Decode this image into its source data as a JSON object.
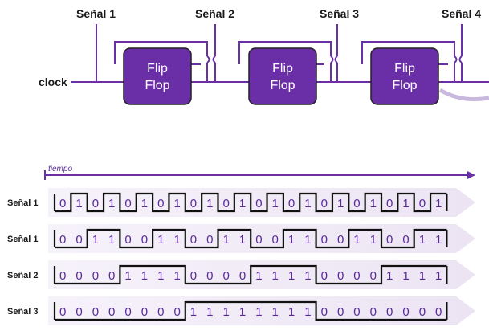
{
  "circuit": {
    "clock_label": "clock",
    "signals": [
      "Señal 1",
      "Señal 2",
      "Señal 3",
      "Señal 4"
    ],
    "flipflops": [
      {
        "line1": "Flip",
        "line2": "Flop"
      },
      {
        "line1": "Flip",
        "line2": "Flop"
      },
      {
        "line1": "Flip",
        "line2": "Flop"
      }
    ]
  },
  "timing": {
    "time_label": "tiempo",
    "rows": [
      {
        "label": "Señal 1",
        "bits": [
          "0",
          "1",
          "0",
          "1",
          "0",
          "1",
          "0",
          "1",
          "0",
          "1",
          "0",
          "1",
          "0",
          "1",
          "0",
          "1",
          "0",
          "1",
          "0",
          "1",
          "0",
          "1",
          "0",
          "1"
        ]
      },
      {
        "label": "Señal 1",
        "bits": [
          "0",
          "0",
          "1",
          "1",
          "0",
          "0",
          "1",
          "1",
          "0",
          "0",
          "1",
          "1",
          "0",
          "0",
          "1",
          "1",
          "0",
          "0",
          "1",
          "1",
          "0",
          "0",
          "1",
          "1"
        ]
      },
      {
        "label": "Señal 2",
        "bits": [
          "0",
          "0",
          "0",
          "0",
          "1",
          "1",
          "1",
          "1",
          "0",
          "0",
          "0",
          "0",
          "1",
          "1",
          "1",
          "1",
          "0",
          "0",
          "0",
          "0",
          "1",
          "1",
          "1",
          "1"
        ]
      },
      {
        "label": "Señal 3",
        "bits": [
          "0",
          "0",
          "0",
          "0",
          "0",
          "0",
          "0",
          "0",
          "1",
          "1",
          "1",
          "1",
          "1",
          "1",
          "1",
          "1",
          "0",
          "0",
          "0",
          "0",
          "0",
          "0",
          "0",
          "0"
        ]
      }
    ]
  },
  "colors": {
    "purple": "#6a2fa6",
    "purple_dark": "#5a2a9a",
    "arrow_band": "#f1ecf6",
    "wave": "#111111"
  }
}
